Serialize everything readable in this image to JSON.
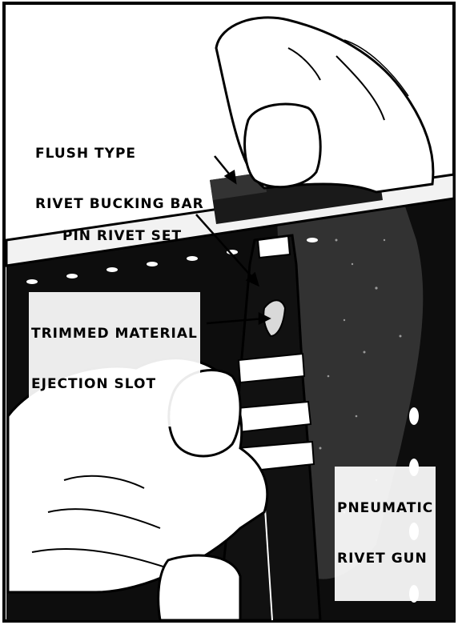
{
  "figure": {
    "labels": {
      "bucking_bar": [
        "FLUSH TYPE",
        "RIVET BUCKING BAR"
      ],
      "pin_rivet_set": "PIN RIVET SET",
      "ejection_slot": [
        "TRIMMED MATERIAL",
        "EJECTION SLOT"
      ],
      "rivet_gun": [
        "PNEUMATIC",
        "RIVET GUN"
      ]
    },
    "colors": {
      "ink": "#000000",
      "paper": "#ffffff",
      "speckle": "#bdbdbd"
    }
  }
}
